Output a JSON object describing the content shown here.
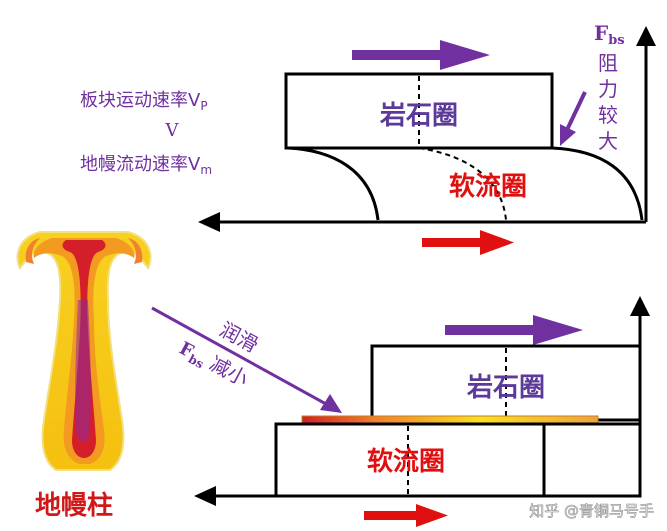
{
  "top": {
    "lithosphere_label": "岩石圈",
    "asthenosphere_label": "软流圈",
    "left_note": {
      "line1": "板块运动速率V",
      "line1_sub": "P",
      "comparator": "V",
      "line2": "地幔流动速率V",
      "line2_sub": "m"
    },
    "force": {
      "symbol": "F",
      "sub": "bs",
      "chars": [
        "阻",
        "力",
        "较",
        "大"
      ]
    }
  },
  "bottom": {
    "lithosphere_label": "岩石圈",
    "asthenosphere_label": "软流圈",
    "lubrication": "润滑",
    "force_symbol": "F",
    "force_sub": "bs",
    "force_text": "减小"
  },
  "plume_label": "地幔柱",
  "watermark": "知乎 @青铜马号手",
  "colors": {
    "purple": "#7030a0",
    "red": "#e01010",
    "lith_text": "#5b3a9a",
    "asth_text": "#e01010"
  }
}
